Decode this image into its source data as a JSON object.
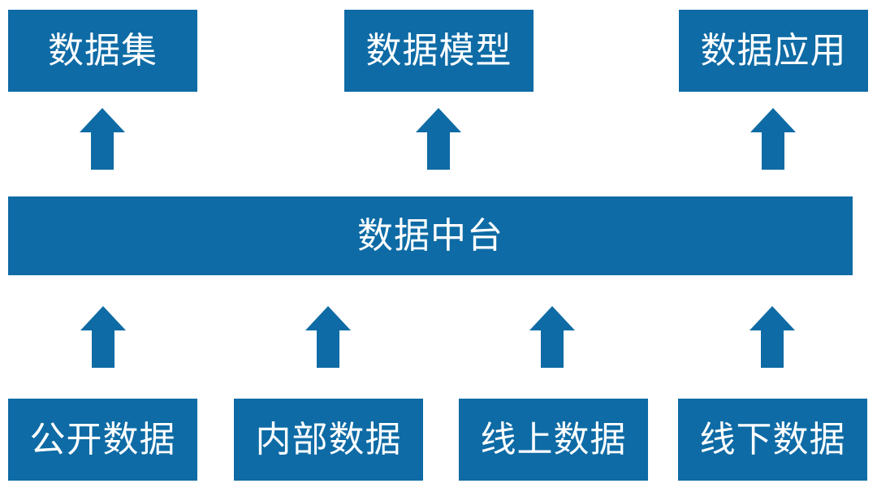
{
  "colors": {
    "primary": "#0E6BA5",
    "box_text": "#FFFFFF",
    "background": "#FFFFFF"
  },
  "diagram": {
    "type": "layered-flow",
    "flow_direction": "bottom-to-top",
    "top_row": [
      {
        "label": "数据集"
      },
      {
        "label": "数据模型"
      },
      {
        "label": "数据应用"
      }
    ],
    "middle": {
      "label": "数据中台"
    },
    "bottom_row": [
      {
        "label": "公开数据"
      },
      {
        "label": "内部数据"
      },
      {
        "label": "线上数据"
      },
      {
        "label": "线下数据"
      }
    ],
    "arrows": {
      "direction": "up",
      "row_above_middle_count": 3,
      "row_below_middle_count": 4
    }
  }
}
